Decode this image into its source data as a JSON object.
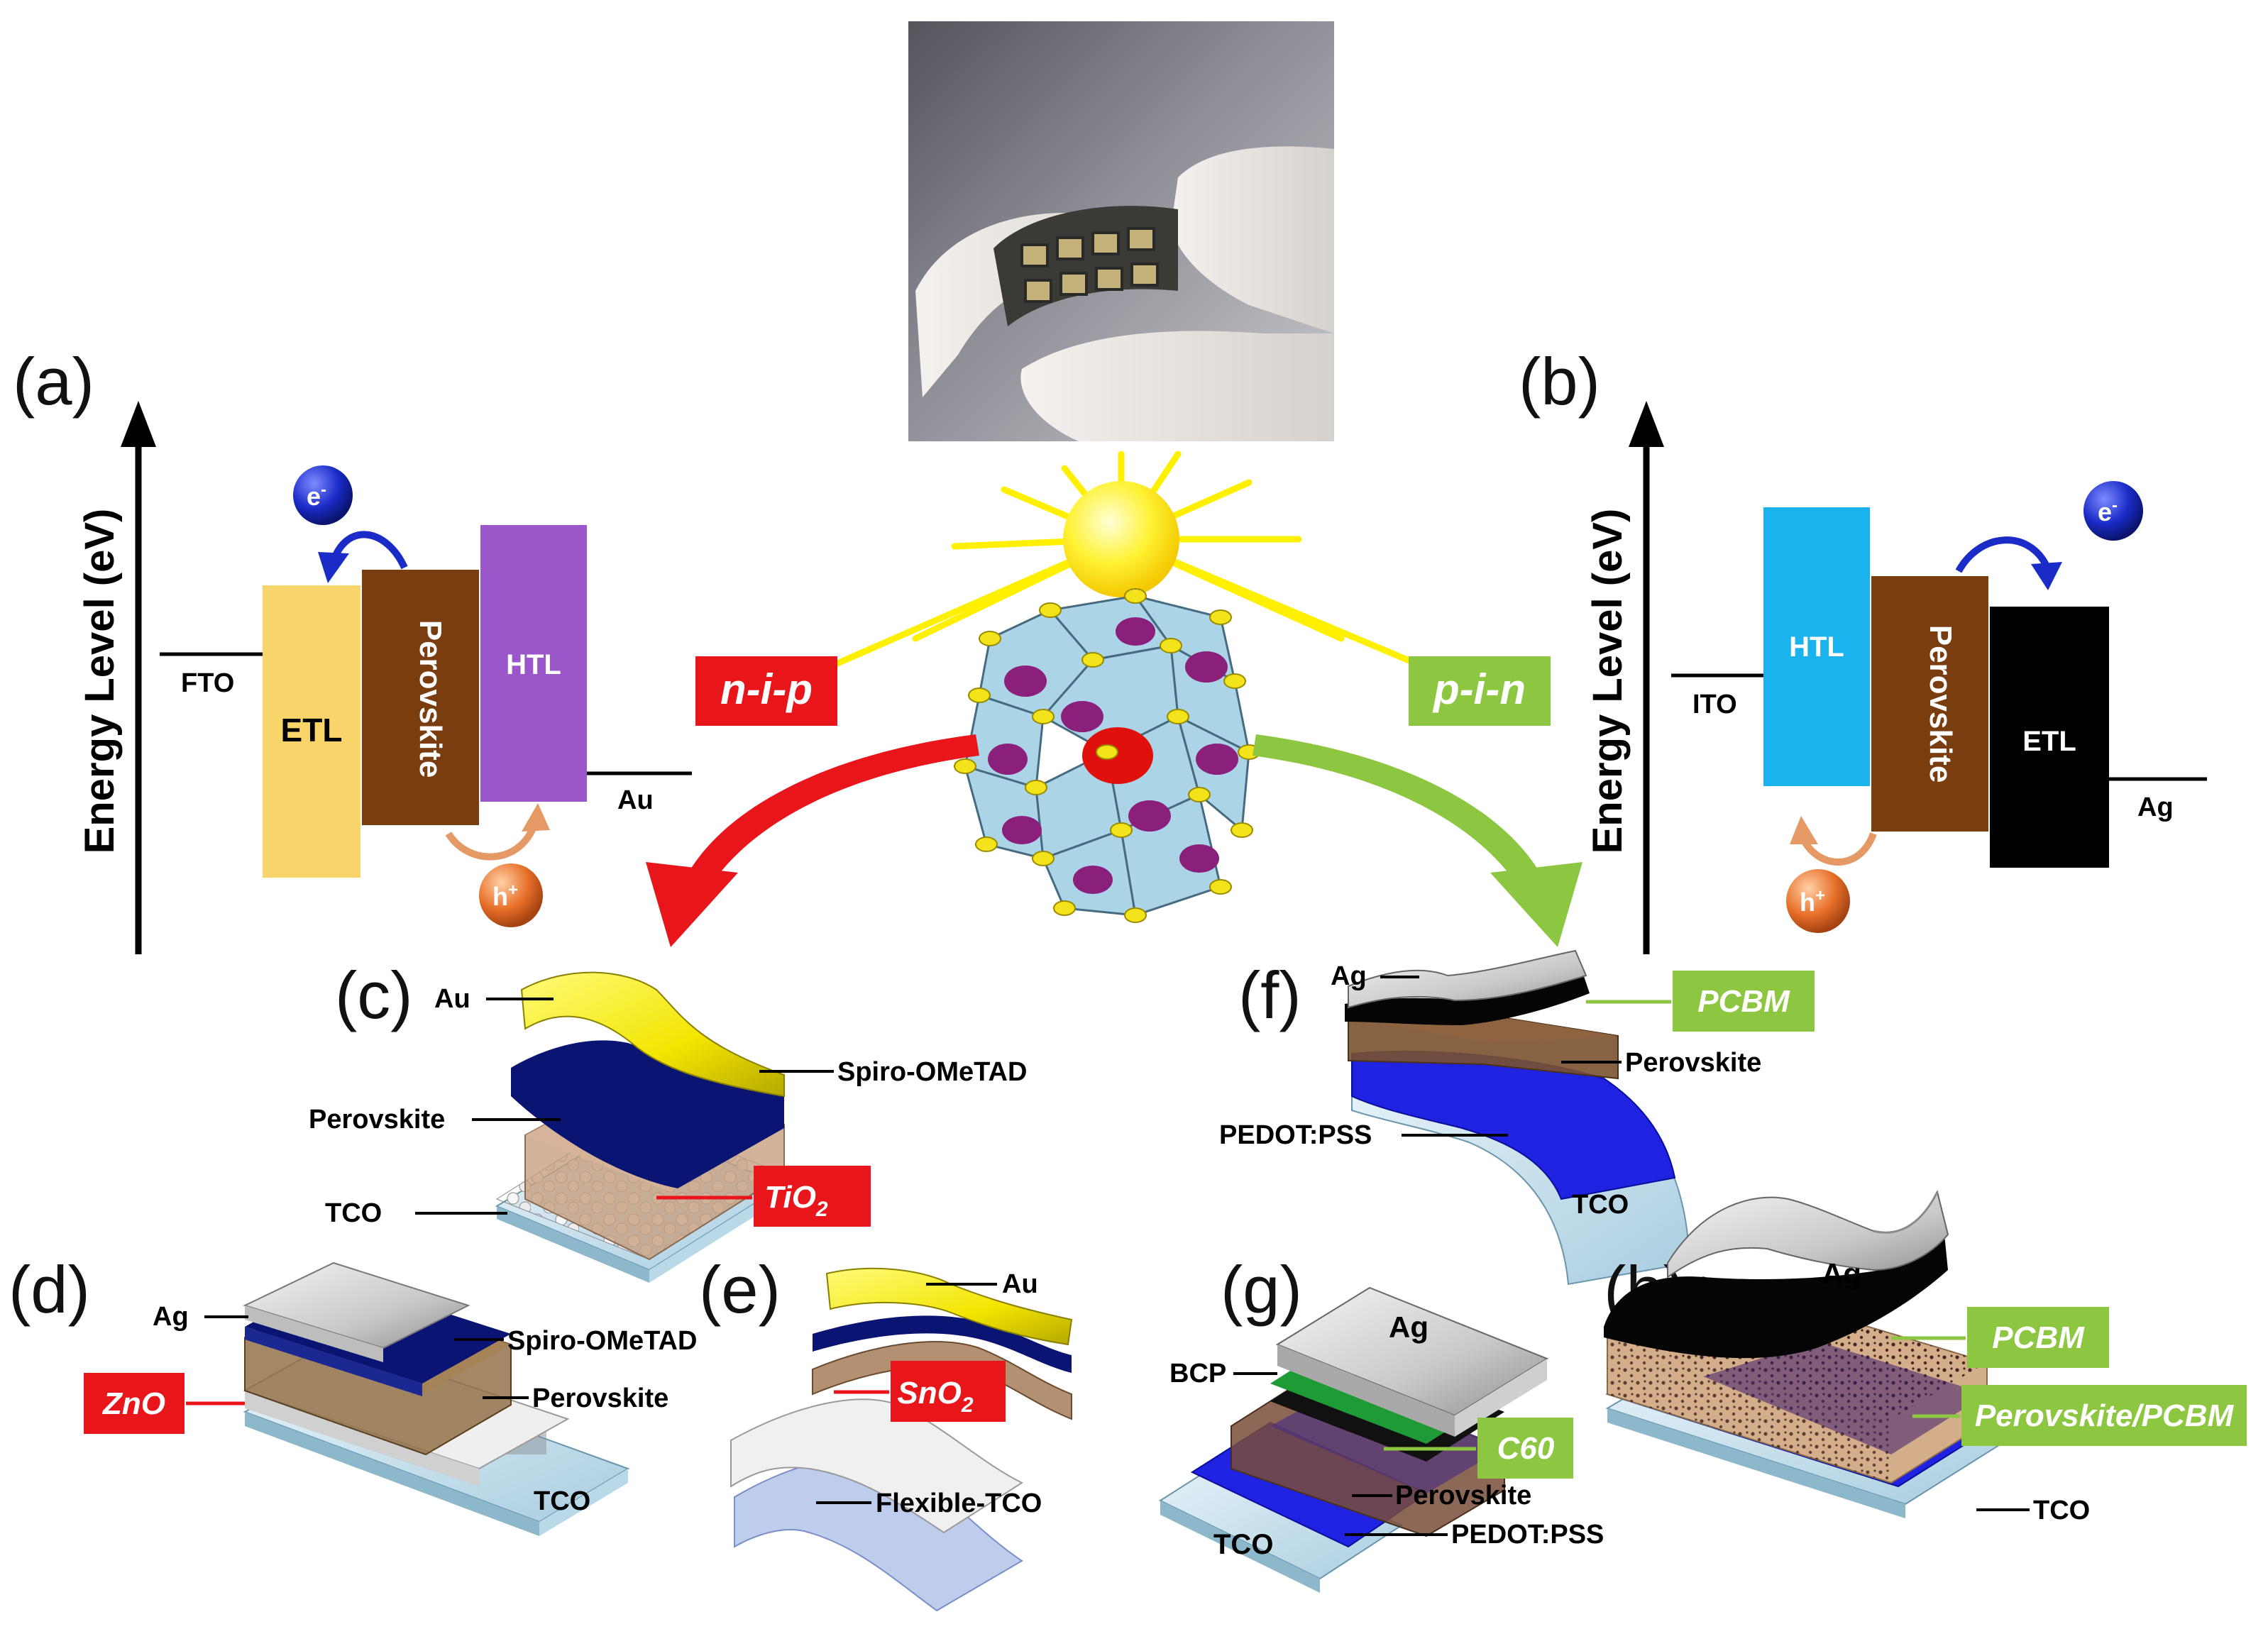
{
  "panels": {
    "a": "(a)",
    "b": "(b)",
    "c": "(c)",
    "d": "(d)",
    "e": "(e)",
    "f": "(f)",
    "g": "(g)",
    "h": "(h)"
  },
  "energy_axis_label": "Energy Level (eV)",
  "panel_a": {
    "etl": "ETL",
    "perovskite": "Perovskite",
    "htl": "HTL",
    "fto": "FTO",
    "au": "Au",
    "electron": "e",
    "hole": "h",
    "charge_minus": "-",
    "charge_plus": "+"
  },
  "panel_b": {
    "htl": "HTL",
    "perovskite": "Perovskite",
    "etl": "ETL",
    "ito": "ITO",
    "ag": "Ag",
    "electron": "e",
    "hole": "h",
    "charge_minus": "-",
    "charge_plus": "+"
  },
  "center": {
    "nip": "n-i-p",
    "pin": "p-i-n"
  },
  "panel_c": {
    "au": "Au",
    "spiro": "Spiro-OMeTAD",
    "perovskite": "Perovskite",
    "tco": "TCO",
    "tio2": "TiO",
    "tio2_sub": "2"
  },
  "panel_d": {
    "ag": "Ag",
    "spiro": "Spiro-OMeTAD",
    "zno": "ZnO",
    "perovskite": "Perovskite",
    "tco": "TCO"
  },
  "panel_e": {
    "au": "Au",
    "sno2": "SnO",
    "sno2_sub": "2",
    "flex": "Flexible-TCO"
  },
  "panel_f": {
    "ag": "Ag",
    "pcbm": "PCBM",
    "perovskite": "Perovskite",
    "pedot": "PEDOT:PSS",
    "tco": "TCO"
  },
  "panel_g": {
    "ag": "Ag",
    "bcp": "BCP",
    "c60": "C60",
    "perovskite": "Perovskite",
    "tco": "TCO",
    "pedot": "PEDOT:PSS"
  },
  "panel_h": {
    "ag": "Ag",
    "pcbm": "PCBM",
    "mix": "Perovskite/PCBM",
    "tco": "TCO"
  },
  "colors": {
    "etl_a": "#F9D46A",
    "perovskite": "#7A3D10",
    "htl_a": "#9B57C9",
    "htl_b": "#1BB3EE",
    "etl_b": "#000000",
    "nip_red": "#E8161B",
    "pin_green": "#8DC640",
    "electron": "#1A2BC7",
    "hole": "#E8702A"
  }
}
